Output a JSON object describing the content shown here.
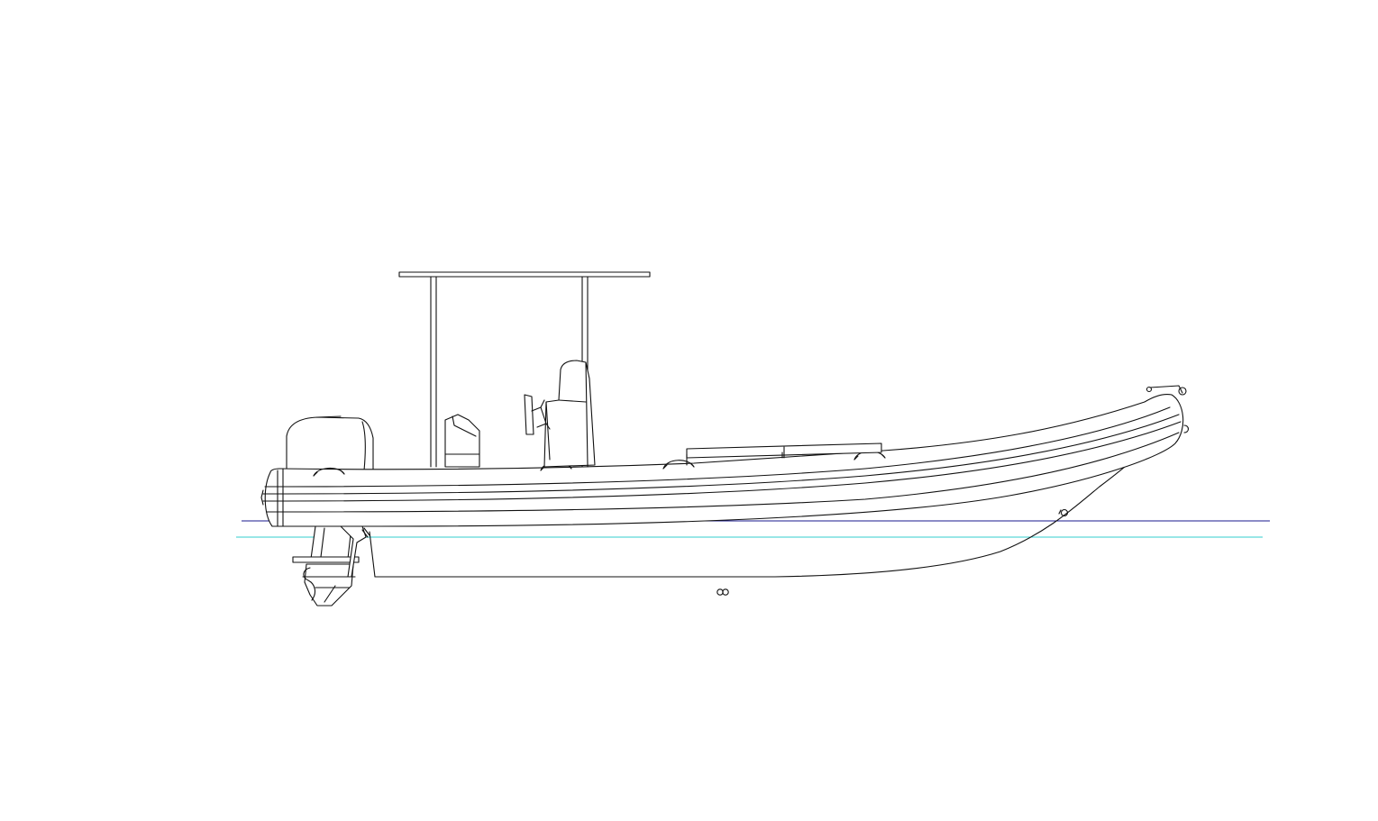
{
  "drawing": {
    "background": "#ffffff",
    "line_color": "#111111",
    "waterline_primary_color": "#1a1a8c",
    "waterline_secondary_color": "#33cccc",
    "subject": "rigid-inflatable-boat-side-profile",
    "components": [
      "t-top-frame",
      "console-windshield",
      "steering-wheel",
      "aft-seat",
      "outboard-engine",
      "inflatable-tube",
      "tube-grab-handles",
      "bow-seat-cushions",
      "bow-fitting",
      "hull",
      "bow-eye",
      "hull-marker",
      "waterline",
      "secondary-waterline"
    ]
  }
}
